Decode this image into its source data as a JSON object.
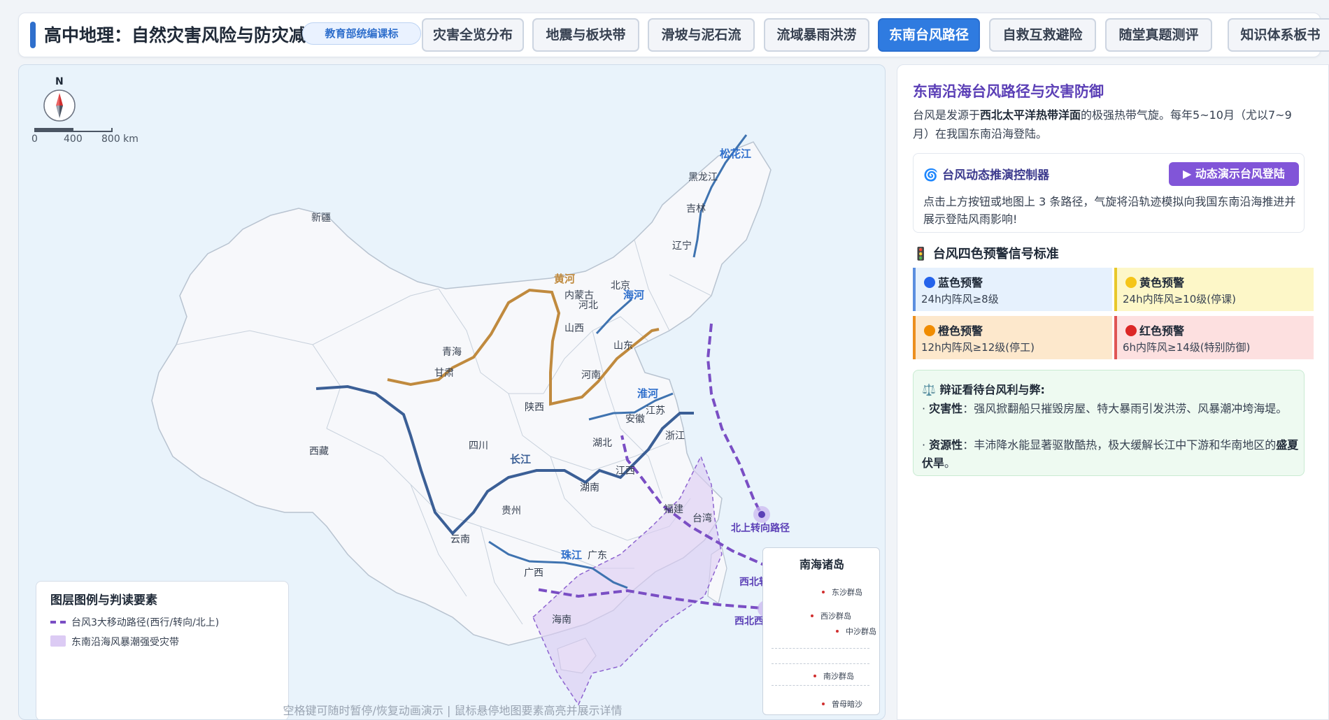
{
  "header": {
    "title": "高中地理：自然灾害风险与防灾减灾",
    "badge": "教育部统编课标",
    "tabs": [
      {
        "label": "灾害全览分布",
        "active": false
      },
      {
        "label": "地震与板块带",
        "active": false
      },
      {
        "label": "滑坡与泥石流",
        "active": false
      },
      {
        "label": "流域暴雨洪涝",
        "active": false
      },
      {
        "label": "东南台风路径",
        "active": true
      },
      {
        "label": "自救互救避险",
        "active": false
      },
      {
        "label": "随堂真题测评",
        "active": false
      },
      {
        "label": "知识体系板书",
        "active": false
      }
    ]
  },
  "map": {
    "compass_label": "N",
    "scale": {
      "zero": "0",
      "mid": "400",
      "end": "800 km"
    },
    "provinces": {
      "xinjiang": "新疆",
      "xizang": "西藏",
      "qinghai": "青海",
      "gansu": "甘肃",
      "neimenggu": "内蒙古",
      "heilongjiang": "黑龙江",
      "jilin": "吉林",
      "liaoning": "辽宁",
      "beijing": "北京",
      "hebei": "河北",
      "shanxi": "山西",
      "shandong": "山东",
      "henan": "河南",
      "shaanxi": "陕西",
      "sichuan": "四川",
      "hubei": "湖北",
      "anhui": "安徽",
      "jiangsu": "江苏",
      "zhejiang": "浙江",
      "jiangxi": "江西",
      "hunan": "湖南",
      "guizhou": "贵州",
      "yunnan": "云南",
      "guangxi": "广西",
      "guangdong": "广东",
      "fujian": "福建",
      "taiwan": "台湾",
      "hainan": "海南"
    },
    "rivers": {
      "songhua": "松花江",
      "huanghe": "黄河",
      "haihe": "海河",
      "huaihe": "淮河",
      "changjiang": "长江",
      "zhujiang": "珠江"
    },
    "typhoon_routes": {
      "north": "北上转向路径",
      "turn": "西北转向路径",
      "west": "西北西行路径"
    },
    "legend": {
      "title": "图层图例与判读要素",
      "route_label": "台风3大移动路径(西行/转向/北上)",
      "zone_label": "东南沿海风暴潮强受灾带"
    },
    "south_sea": {
      "title": "南海诸岛",
      "islands": [
        "东沙群岛",
        "西沙群岛",
        "中沙群岛",
        "南沙群岛",
        "曾母暗沙"
      ]
    },
    "hint": "空格键可随时暂停/恢复动画演示 | 鼠标悬停地图要素高亮并展示详情"
  },
  "info": {
    "title": "东南沿海台风路径与灾害防御",
    "desc_prefix": "台风是发源于",
    "desc_bold": "西北太平洋热带洋面",
    "desc_suffix": "的极强热带气旋。每年5~10月（尤以7~9月）在我国东南沿海登陆。",
    "controller": {
      "icon": "🌀",
      "title": "台风动态推演控制器",
      "button": "▶ 动态演示台风登陆",
      "desc": "点击上方按钮或地图上 3 条路径，气旋将沿轨迹模拟向我国东南沿海推进并展示登陆风雨影响!"
    },
    "warning": {
      "icon": "🚦",
      "title": "台风四色预警信号标准",
      "levels": [
        {
          "name": "蓝色预警",
          "detail": "24h内阵风≥8级",
          "color": "#2563eb",
          "bg": "#e6f1fd",
          "border": "#5b8fe0"
        },
        {
          "name": "黄色预警",
          "detail": "24h内阵风≥10级(停课)",
          "color": "#f5c518",
          "bg": "#fdf7c8",
          "border": "#e8c82a"
        },
        {
          "name": "橙色预警",
          "detail": "12h内阵风≥12级(停工)",
          "color": "#f08c00",
          "bg": "#fde8cc",
          "border": "#ec8f1f"
        },
        {
          "name": "红色预警",
          "detail": "6h内阵风≥14级(特别防御)",
          "color": "#dc2626",
          "bg": "#fde0e0",
          "border": "#e05555"
        }
      ]
    },
    "dialectic": {
      "icon": "⚖️",
      "title": "辩证看待台风利与弊:",
      "harm_label": "灾害性",
      "harm_text": "：强风掀翻船只摧毁房屋、特大暴雨引发洪涝、风暴潮冲垮海堤。",
      "resource_label": "资源性",
      "resource_text_a": "：丰沛降水能显著驱散酷热，极大缓解长江中下游和华南地区的",
      "resource_bold": "盛夏伏旱",
      "resource_text_b": "。"
    }
  },
  "colors": {
    "accent": "#2f7be0",
    "route": "#7a4ec4",
    "river_blue": "#3f73b0",
    "river_yellow": "#c08a3e",
    "changjiang": "#3b5f96"
  }
}
